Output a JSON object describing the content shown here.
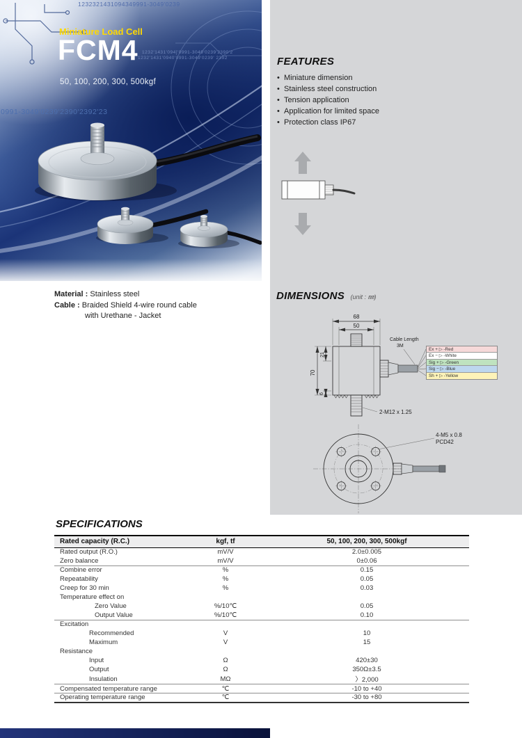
{
  "page": {
    "panel_bg": "#d5d6d8",
    "accent_navy": "#1b3478",
    "accent_yellow": "#ffd900"
  },
  "hero": {
    "family": "Miniature Load Cell",
    "model": "FCM4",
    "capacities": "50, 100, 200, 300, 500kgf",
    "code_top": "1232321431094349991-3049'0239",
    "code_mid1": "1232'1431'094]'0991-3049'0239'2390'2",
    "code_mid2": "1232'1431'0940'0991-3049'0239' 2392",
    "code_left": "0991-3049'0239'2390'2392'23"
  },
  "features": {
    "title": "FEATURES",
    "items": [
      "Miniature dimension",
      "Stainless steel construction",
      "Tension application",
      "Application for limited space",
      "Protection class IP67"
    ]
  },
  "material": {
    "material_label": "Material :",
    "material_value": "Stainless steel",
    "cable_label": "Cable :",
    "cable_value_line1": "Braided Shield 4-wire round cable",
    "cable_value_line2": "with Urethane - Jacket"
  },
  "dimensions": {
    "title": "DIMENSIONS",
    "unit_note": "(unit : ㎜)",
    "dim_68": "68",
    "dim_50": "50",
    "dim_70": "70",
    "dim_21": "21",
    "dim_6": "6",
    "cable_length_line1": "Cable Length",
    "cable_length_line2": "3M",
    "thread_label": "2-M12 x 1.25",
    "bolt_label_line1": "4-M5 x 0.8",
    "bolt_label_line2": "PCD42",
    "wires": [
      {
        "label": "Ex + ▷ -Red",
        "bg": "#f6d9d9"
      },
      {
        "label": "Ex − ▷ -White",
        "bg": "#ffffff"
      },
      {
        "label": "Sig + ▷ -Green",
        "bg": "#bfe3bf"
      },
      {
        "label": "Sig − ▷ -Blue",
        "bg": "#bdd7ee"
      },
      {
        "label": "Sh + ▷ -Yellow",
        "bg": "#fdf3b8"
      }
    ]
  },
  "specifications": {
    "title": "SPECIFICATIONS",
    "header": {
      "col1": "Rated capacity (R.C.)",
      "col2": "kgf, tf",
      "col3": "50, 100, 200, 300, 500kgf"
    },
    "rows": [
      {
        "name": "Rated output (R.O.)",
        "unit": "mV/V",
        "value": "2.0±0.005",
        "indent": 0
      },
      {
        "name": "Zero balance",
        "unit": "mV/V",
        "value": "0±0.06",
        "indent": 0,
        "sep": true
      },
      {
        "name": "Combine error",
        "unit": "%",
        "value": "0.15",
        "indent": 0
      },
      {
        "name": "Repeatability",
        "unit": "%",
        "value": "0.05",
        "indent": 0
      },
      {
        "name": "Creep for 30 min",
        "unit": "%",
        "value": "0.03",
        "indent": 0
      },
      {
        "name": "Temperature effect on",
        "unit": "",
        "value": "",
        "indent": 0
      },
      {
        "name": "Zero Value",
        "unit": "%/10℃",
        "value": "0.05",
        "indent": 1
      },
      {
        "name": "Output Value",
        "unit": "%/10℃",
        "value": "0.10",
        "indent": 1,
        "sep": true
      },
      {
        "name": "Excitation",
        "unit": "",
        "value": "",
        "indent": 0
      },
      {
        "name": "Recommended",
        "unit": "V",
        "value": "10",
        "indent": 2
      },
      {
        "name": "Maximum",
        "unit": "V",
        "value": "15",
        "indent": 2
      },
      {
        "name": "Resistance",
        "unit": "",
        "value": "",
        "indent": 0
      },
      {
        "name": "Input",
        "unit": "Ω",
        "value": "420±30",
        "indent": 2
      },
      {
        "name": "Output",
        "unit": "Ω",
        "value": "350Ω±3.5",
        "indent": 2
      },
      {
        "name": "Insulation",
        "unit": "MΩ",
        "value": "〉2,000",
        "indent": 2,
        "sep": true
      },
      {
        "name": "Compensated temperature range",
        "unit": "℃",
        "value": "-10 to +40",
        "indent": 0,
        "sep": true
      },
      {
        "name": "Operating temperature range",
        "unit": "℃",
        "value": "-30 to +80",
        "indent": 0
      }
    ]
  }
}
